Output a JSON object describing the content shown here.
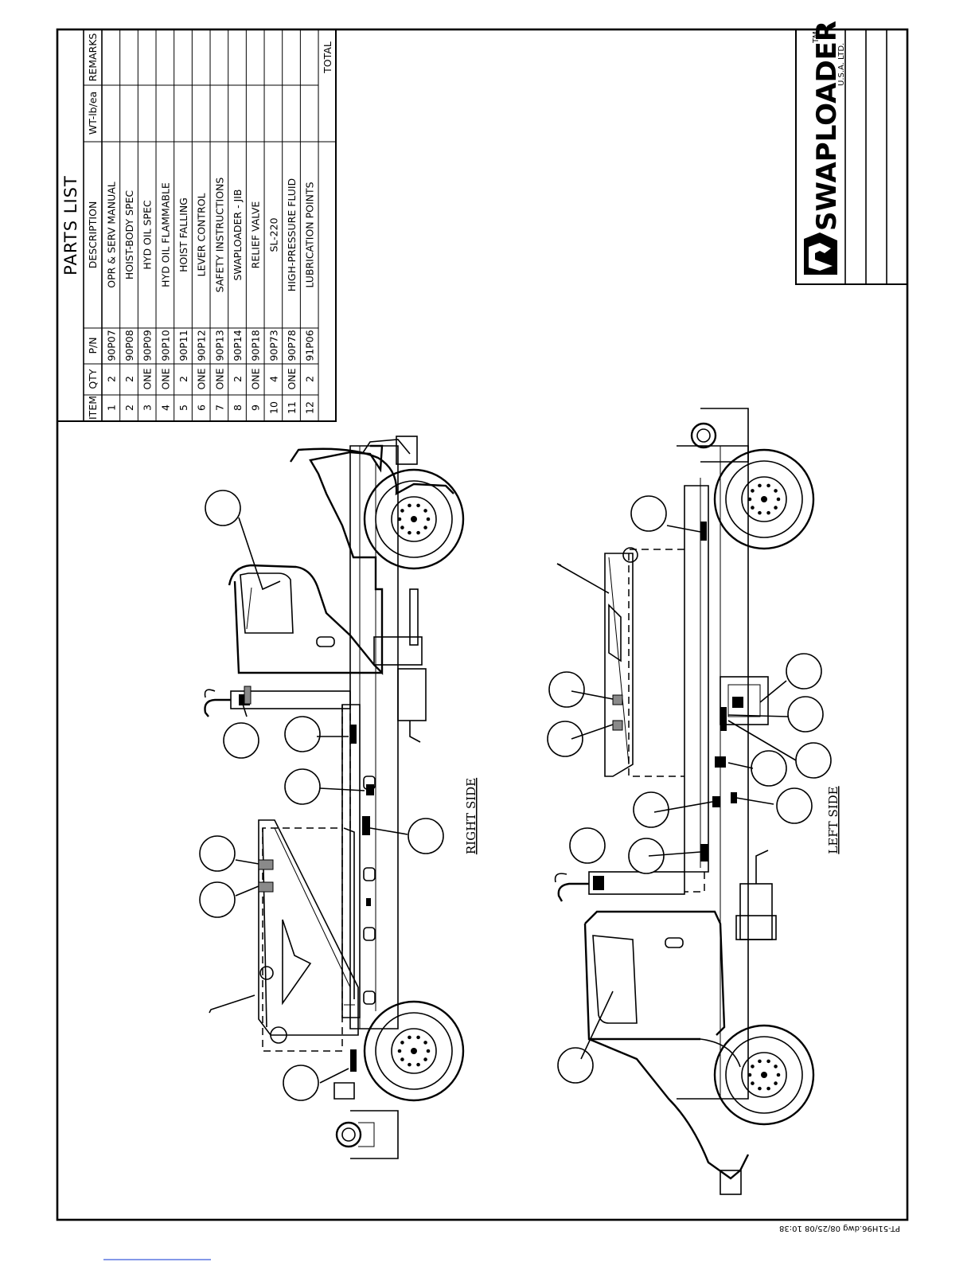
{
  "parts_list": {
    "title": "PARTS LIST",
    "headers": {
      "item": "ITEM",
      "qty": "QTY",
      "pn": "P/N",
      "description": "DESCRIPTION",
      "weight": "WT-lb/ea",
      "remarks": "REMARKS"
    },
    "rows": [
      {
        "item": "1",
        "qty": "2",
        "pn": "90P07",
        "description": "OPR & SERV MANUAL"
      },
      {
        "item": "2",
        "qty": "2",
        "pn": "90P08",
        "description": "HOIST-BODY SPEC"
      },
      {
        "item": "3",
        "qty": "ONE",
        "pn": "90P09",
        "description": "HYD OIL SPEC"
      },
      {
        "item": "4",
        "qty": "ONE",
        "pn": "90P10",
        "description": "HYD OIL FLAMMABLE"
      },
      {
        "item": "5",
        "qty": "2",
        "pn": "90P11",
        "description": "HOIST FALLING"
      },
      {
        "item": "6",
        "qty": "ONE",
        "pn": "90P12",
        "description": "LEVER CONTROL"
      },
      {
        "item": "7",
        "qty": "ONE",
        "pn": "90P13",
        "description": "SAFETY INSTRUCTIONS"
      },
      {
        "item": "8",
        "qty": "2",
        "pn": "90P14",
        "description": "SWAPLOADER - JIB"
      },
      {
        "item": "9",
        "qty": "ONE",
        "pn": "90P18",
        "description": "RELIEF VALVE"
      },
      {
        "item": "10",
        "qty": "4",
        "pn": "90P73",
        "description": "SL-220"
      },
      {
        "item": "11",
        "qty": "ONE",
        "pn": "90P78",
        "description": "HIGH-PRESSURE FLUID"
      },
      {
        "item": "12",
        "qty": "2",
        "pn": "91P06",
        "description": "LUBRICATION POINTS"
      }
    ],
    "total_label": "TOTAL"
  },
  "title_block": {
    "company": "SWAPLOADER",
    "trademark": "TM",
    "company_sub": "U.S.A. LTD."
  },
  "views": {
    "right_side_label": "RIGHT SIDE",
    "left_side_label": "LEFT SIDE"
  },
  "footer": {
    "file_stamp": "PT-51H96.dwg 08/25/08 10:38"
  }
}
